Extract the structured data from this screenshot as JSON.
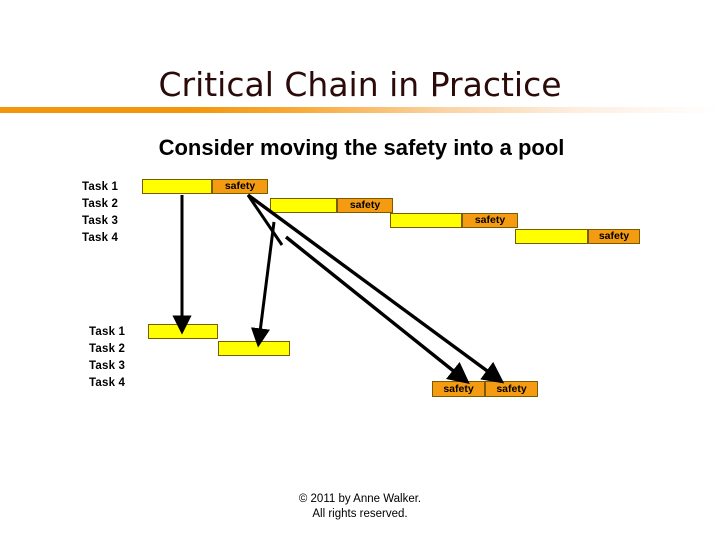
{
  "slide": {
    "title": "Critical Chain in Practice",
    "accent_color": "#f2960c",
    "background_color": "#ffffff"
  },
  "figure": {
    "heading": "Consider moving the safety into a pool",
    "work_color": "#ffff00",
    "safety_color": "#f59b12",
    "border_color": "#7a5c00",
    "top_chart": {
      "rows": [
        {
          "label": "Task 1",
          "work_label": "",
          "safety_label": "safety"
        },
        {
          "label": "Task 2",
          "work_label": "",
          "safety_label": "safety"
        },
        {
          "label": "Task 3",
          "work_label": "",
          "safety_label": "safety"
        },
        {
          "label": "Task 4",
          "work_label": "",
          "safety_label": "safety"
        }
      ]
    },
    "bottom_chart": {
      "rows": [
        {
          "label": "Task 1"
        },
        {
          "label": "Task 2"
        },
        {
          "label": "Task 3"
        },
        {
          "label": "Task 4"
        }
      ],
      "pool": [
        {
          "label": "safety"
        },
        {
          "label": "safety"
        }
      ]
    }
  },
  "footer": {
    "line1": "© 2011 by Anne Walker.",
    "line2": "All rights reserved."
  }
}
